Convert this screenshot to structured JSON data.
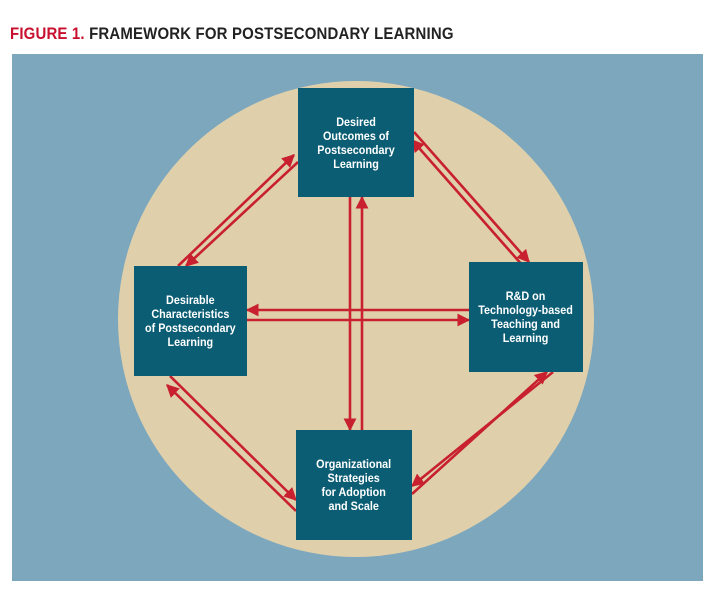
{
  "figure": {
    "title_prefix": "FIGURE 1.",
    "title_main": "FRAMEWORK FOR POSTSECONDARY LEARNING"
  },
  "nodes": {
    "outcomes": "Desired\nOutcomes of\nPostsecondary\nLearning",
    "characteristics": "Desirable\nCharacteristics\nof Postsecondary\nLearning",
    "rd": "R&D on\nTechnology-based\nTeaching and\nLearning",
    "strategies": "Organizational\nStrategies\nfor Adoption\nand Scale"
  },
  "colors": {
    "panel_background": "#7da7bd",
    "circle_fill": "#dfd0ab",
    "node_fill": "#0b5d74",
    "arrow": "#c8202f",
    "title_accent": "#c8102e"
  }
}
